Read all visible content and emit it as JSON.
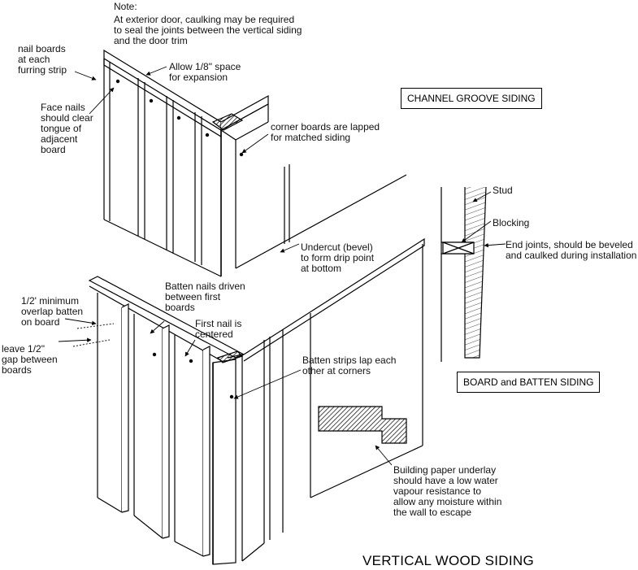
{
  "labels": {
    "note_heading": "Note:",
    "note_text": "At exterior door, caulking may be required\nto seal the joints between the vertical siding\nand the door trim",
    "nail_boards": "nail boards\nat each\nfurring strip",
    "allow_space": "Allow 1/8\" space\nfor expansion",
    "face_nails": "Face nails\nshould clear\ntongue of\nadjacent\nboard",
    "corner_boards": "corner boards are lapped\nfor matched siding",
    "undercut": "Undercut (bevel)\nto form drip point\nat bottom",
    "stud": "Stud",
    "blocking": "Blocking",
    "end_joints": "End joints, should be beveled\nand caulked during installation",
    "batten_nails": "Batten nails driven\nbetween first\nboards",
    "overlap_batten": "1/2' minimum\noverlap batten\non board",
    "first_nail": "First nail is\ncentered",
    "leave_gap": "leave 1/2\"\ngap between\nboards",
    "batten_strips": "Batten strips lap each\nother at corners",
    "building_paper": "Building paper underlay\nshould have a low water\nvapour resistance to\nallow any moisture within\nthe wall to escape"
  },
  "section_titles": {
    "channel_groove": "CHANNEL GROOVE SIDING",
    "board_batten": "BOARD and BATTEN SIDING",
    "main_title": "VERTICAL WOOD SIDING"
  },
  "colors": {
    "line": "#000000",
    "background": "#ffffff"
  }
}
